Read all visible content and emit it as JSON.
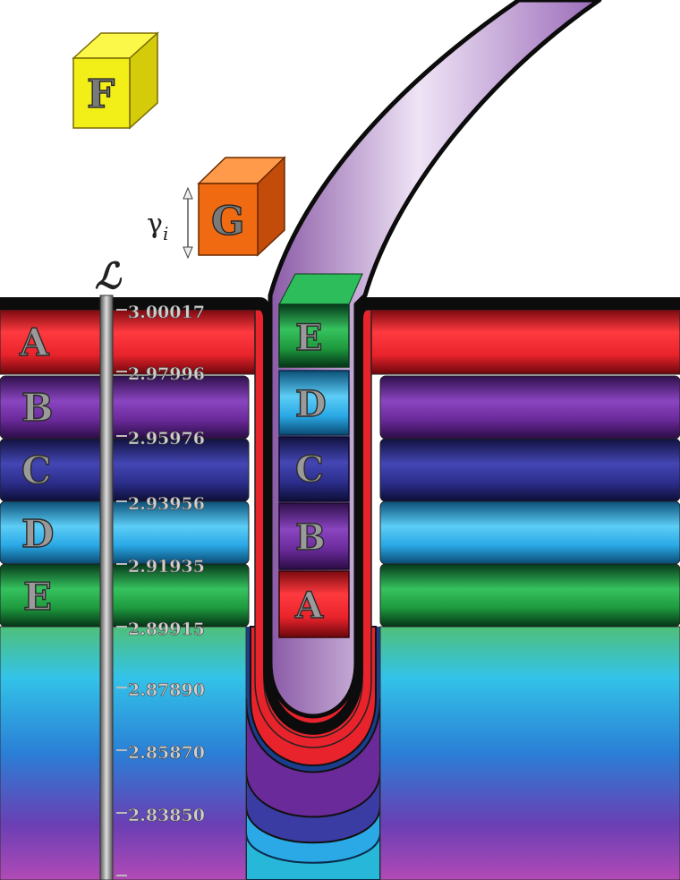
{
  "axis": {
    "symbol": "ℒ",
    "ticks": [
      "3.00017",
      "2.97996",
      "2.95976",
      "2.93956",
      "2.91935",
      "2.89915",
      "2.87890",
      "2.85870",
      "2.83850"
    ]
  },
  "layers_left": [
    "A",
    "B",
    "C",
    "D",
    "E"
  ],
  "well_stack": [
    "E",
    "D",
    "C",
    "B",
    "A"
  ],
  "cube_f": "F",
  "cube_g": "G",
  "gamma": {
    "symbol": "γ",
    "subscript": "i"
  },
  "colors": {
    "A": "#e8232b",
    "B": "#6a2a9a",
    "C": "#2c2e8c",
    "D": "#2aa9e6",
    "E": "#1e9a3e",
    "F": "#f2ee18",
    "G": "#f06a12",
    "tube": "#c7a6d8"
  }
}
